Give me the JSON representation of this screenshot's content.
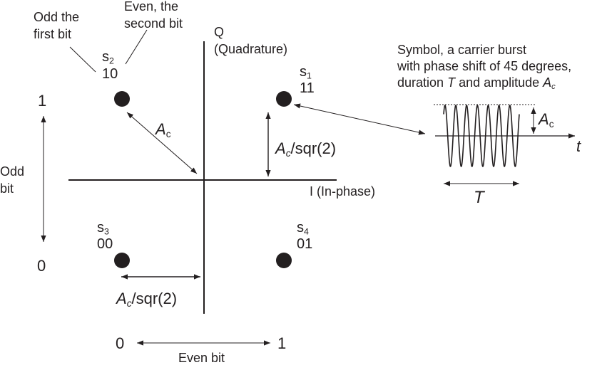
{
  "notes": {
    "odd_line1": "Odd the",
    "odd_line2": "first bit",
    "even_line1": "Even, the",
    "even_line2": "second bit"
  },
  "axes": {
    "q_label": "Q",
    "q_sub": "(Quadrature)",
    "i_label": "I (In-phase)",
    "odd_bit_line1": "Odd",
    "odd_bit_line2": "bit",
    "even_bit": "Even bit",
    "odd_one": "1",
    "odd_zero": "0",
    "even_zero": "0",
    "even_one": "1"
  },
  "points": [
    {
      "name": "s",
      "index": "2",
      "bits": "10"
    },
    {
      "name": "s",
      "index": "1",
      "bits": "11"
    },
    {
      "name": "s",
      "index": "3",
      "bits": "00"
    },
    {
      "name": "s",
      "index": "4",
      "bits": "01"
    }
  ],
  "amplitude": {
    "diag_a": "A",
    "diag_sub": "c",
    "vert_a": "A",
    "vert_sub": "c",
    "vert_rest": "/sqr(2)",
    "horz_a": "A",
    "horz_sub": "c",
    "horz_rest": "/sqr(2)"
  },
  "symbol": {
    "line1": "Symbol, a carrier burst",
    "line2": "with phase shift of 45 degrees,",
    "line3_pre": "duration ",
    "line3_T": "T",
    "line3_mid": " and amplitude ",
    "line3_A": "A",
    "line3_sub": "c",
    "amp_a": "A",
    "amp_sub": "c",
    "t_label": "t",
    "T_label": "T"
  },
  "colors": {
    "ink": "#231f20"
  }
}
